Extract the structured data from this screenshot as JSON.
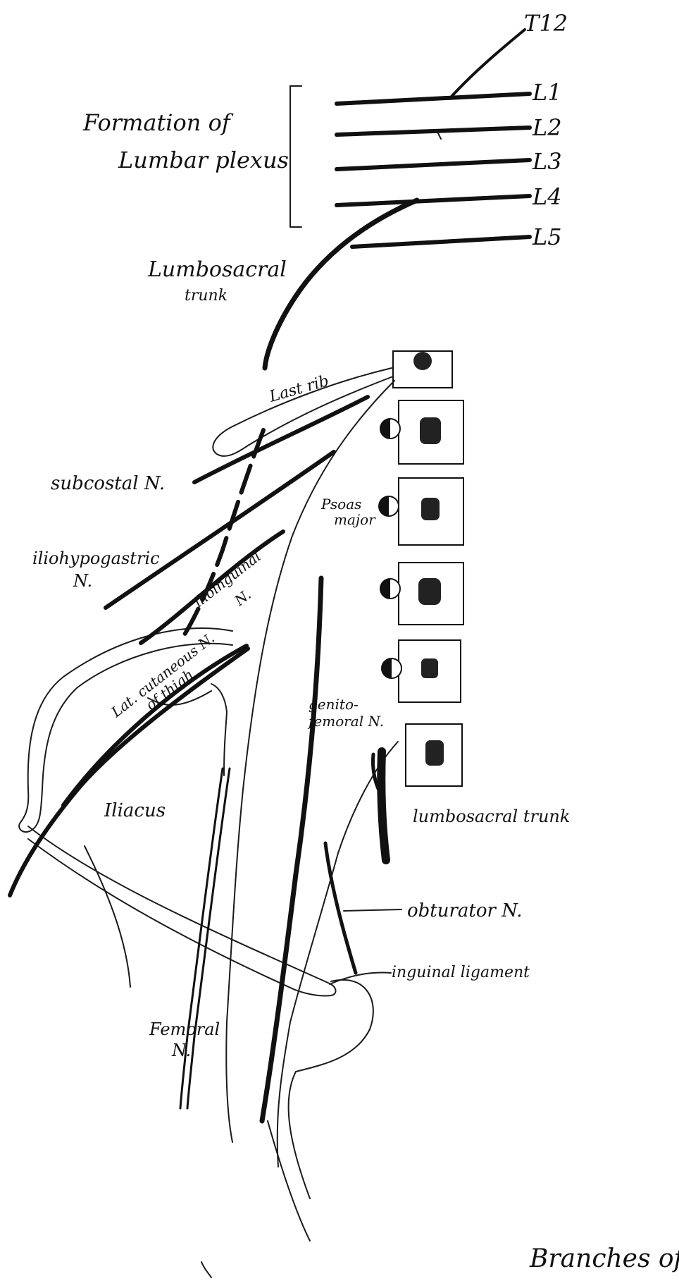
{
  "title": "Formation of Lumbar plexus",
  "title_lines": [
    "Formation of",
    "Lumbar plexus"
  ],
  "roots": [
    "T12",
    "L1",
    "L2",
    "L3",
    "L4",
    "L5"
  ],
  "labels": {
    "lumbosacral_trunk_top": [
      "Lumbosacral",
      "trunk"
    ],
    "last_rib": "Last rib",
    "subcostal": "subcostal N.",
    "iliohypogastric": [
      "iliohypogastric",
      "N."
    ],
    "ilioinguinal": [
      "ilioinguinal",
      "N."
    ],
    "psoas": [
      "Psoas",
      "major"
    ],
    "lat_cutaneous": [
      "Lat. cutaneous N.",
      "of thigh"
    ],
    "genitofemoral": [
      "genito-",
      "femoral N."
    ],
    "iliacus": "Iliacus",
    "lumbosacral_trunk_bottom": "lumbosacral trunk",
    "obturator": "obturator N.",
    "inguinal_ligament": "inguinal ligament",
    "femoral": [
      "Femoral",
      "N."
    ],
    "branches": "Branches of l"
  },
  "colors": {
    "ink": "#111111",
    "paper": "#ffffff"
  }
}
